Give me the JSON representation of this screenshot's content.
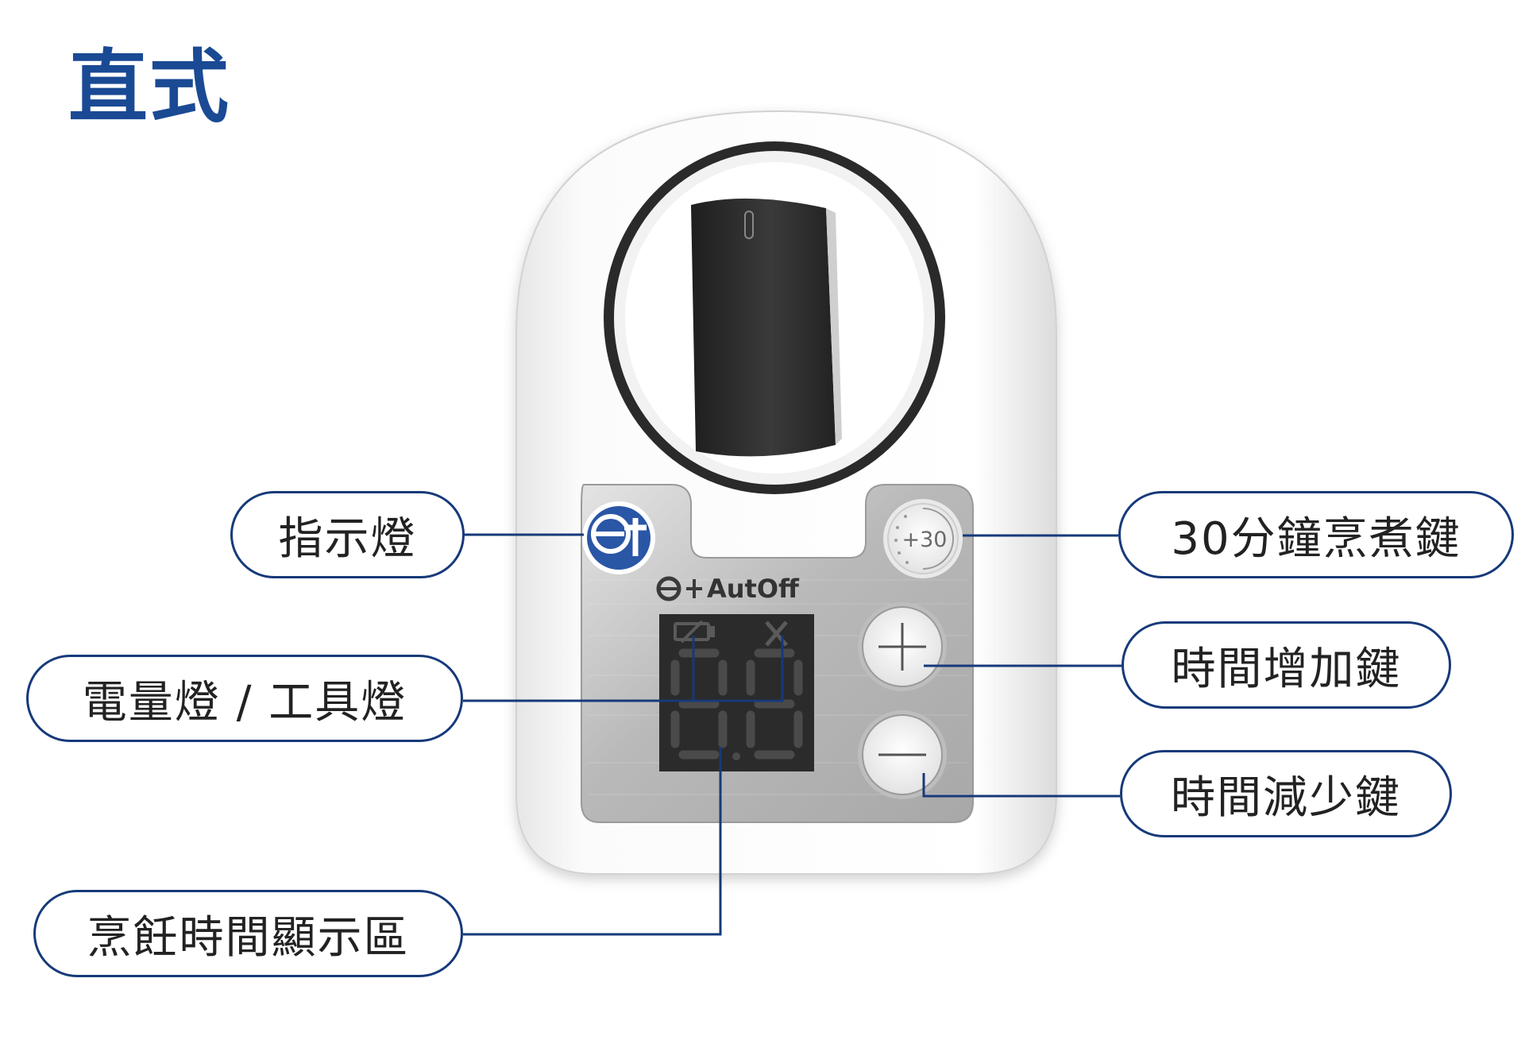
{
  "title": "直式",
  "device": {
    "brand_label": "AutOff",
    "plus30_label": "+30",
    "display_digits": "00"
  },
  "callouts": {
    "indicator_light": "指示燈",
    "battery_tool_light": "電量燈 / 工具燈",
    "cooking_time_display": "烹飪時間顯示區",
    "cook_30min_key": "30分鐘烹煮鍵",
    "time_increase_key": "時間增加鍵",
    "time_decrease_key": "時間減少鍵"
  },
  "colors": {
    "title": "#1a4a94",
    "callout_border": "#163a7a",
    "connector": "#163a7a",
    "logo_blue": "#2a56a6",
    "knob": "#2a2a2a",
    "display_bg": "#2b2b2b",
    "segment_off": "#4a4a4a"
  }
}
